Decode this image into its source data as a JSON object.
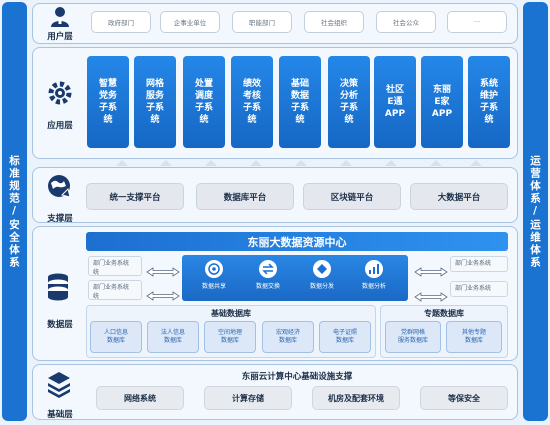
{
  "side": {
    "left": "标准规范/安全体系",
    "right": "运营体系/运维体系"
  },
  "user_layer": {
    "label": "用户层",
    "items": [
      "政府部门",
      "企事业单位",
      "职能部门",
      "社会组织",
      "社会公众",
      "···"
    ]
  },
  "app_layer": {
    "label": "应用层",
    "items": [
      "智慧\n党务\n子系\n统",
      "网格\n服务\n子系\n统",
      "处置\n调度\n子系\n统",
      "绩效\n考核\n子系\n统",
      "基础\n数据\n子系\n统",
      "决策\n分析\n子系\n统",
      "社区\nE通\nAPP",
      "东丽\nE家\nAPP",
      "系统\n维护\n子系\n统"
    ]
  },
  "support_layer": {
    "label": "支撑层",
    "items": [
      "统一支撑平台",
      "数据库平台",
      "区块链平台",
      "大数据平台"
    ]
  },
  "data_layer": {
    "label": "数据层",
    "center_title": "东丽大数据资源中心",
    "dept_left": [
      "部门业务系统\n统",
      "部门业务系统\n统"
    ],
    "dept_right": [
      "部门业务系统",
      "部门业务系统"
    ],
    "services": [
      "数据共享",
      "数据交换",
      "数据分发",
      "数据分析"
    ],
    "base_db_title": "基础数据库",
    "base_dbs": [
      "人口信息\n数据库",
      "法人信息\n数据库",
      "空间地理\n数据库",
      "宏观经济\n数据库",
      "电子证照\n数据库"
    ],
    "topic_db_title": "专题数据库",
    "topic_dbs": [
      "党群网格\n服务数据库",
      "其他专题\n数据库"
    ]
  },
  "infra_layer": {
    "label": "基础层",
    "title": "东丽云计算中心基础设施支撑",
    "items": [
      "网络系统",
      "计算存储",
      "机房及配套环境",
      "等保安全"
    ]
  },
  "colors": {
    "primary": "#1a73d1",
    "app_gradient": "#2487e8",
    "panel_border": "#a9c3e0"
  },
  "icons": {
    "user": "user-icon",
    "app": "gear-icon",
    "support": "globe-icon",
    "data": "database-icon",
    "infra": "layers-icon"
  }
}
